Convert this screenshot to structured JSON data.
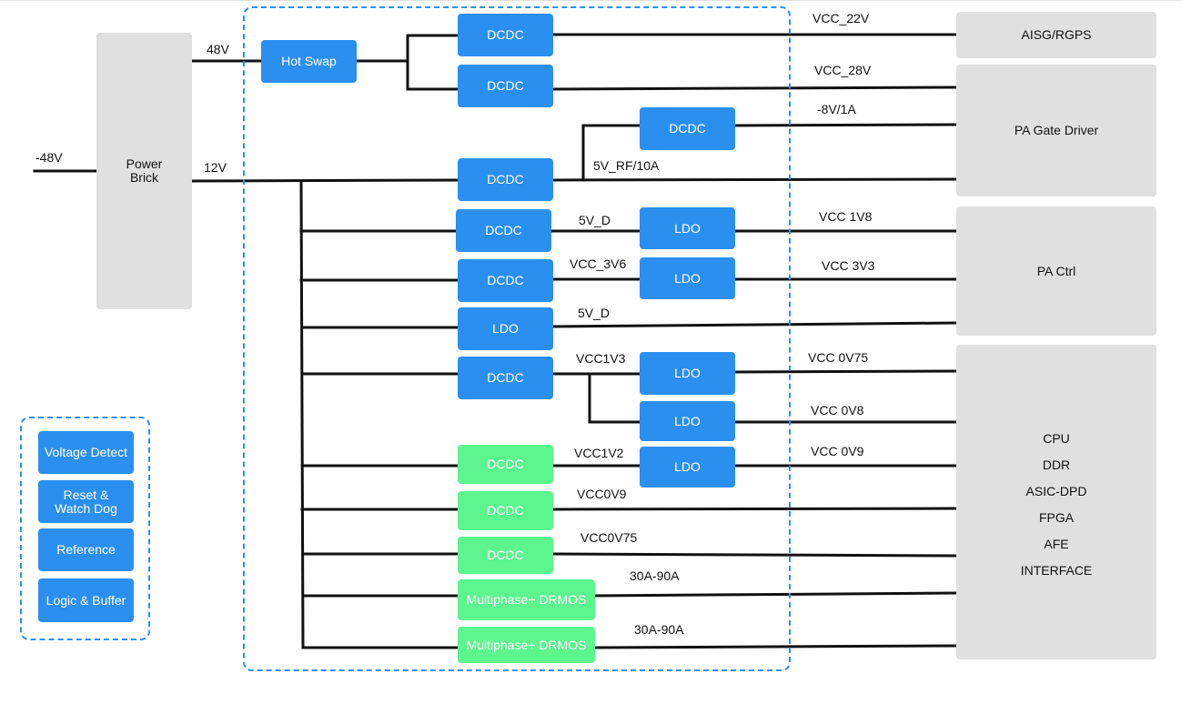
{
  "input_label": "-48V",
  "power_brick": "Power\nBrick",
  "rail_48v": "48V",
  "rail_12v": "12V",
  "hot_swap": "Hot Swap",
  "converters": [
    {
      "id": "c1",
      "label": "DCDC",
      "color": "blue"
    },
    {
      "id": "c2",
      "label": "DCDC",
      "color": "blue"
    },
    {
      "id": "c3",
      "label": "DCDC",
      "color": "blue"
    },
    {
      "id": "c4",
      "label": "DCDC",
      "color": "blue"
    },
    {
      "id": "c5",
      "label": "DCDC",
      "color": "blue"
    },
    {
      "id": "c6",
      "label": "DCDC",
      "color": "blue"
    },
    {
      "id": "c7",
      "label": "LDO",
      "color": "blue"
    },
    {
      "id": "c8",
      "label": "DCDC",
      "color": "blue"
    },
    {
      "id": "c9",
      "label": "DCDC",
      "color": "green"
    },
    {
      "id": "c10",
      "label": "DCDC",
      "color": "green"
    },
    {
      "id": "c11",
      "label": "DCDC",
      "color": "green"
    },
    {
      "id": "c12",
      "label": "Multiphase+ DRMOS",
      "color": "green"
    },
    {
      "id": "c13",
      "label": "Multiphase+ DRMOS",
      "color": "green"
    }
  ],
  "ldos": [
    "LDO",
    "LDO",
    "LDO",
    "LDO",
    "LDO"
  ],
  "wire_labels": {
    "vcc_22v": "VCC_22V",
    "vcc_28v": "VCC_28V",
    "neg8v": "-8V/1A",
    "rf": "5V_RF/10A",
    "d1": "5V_D",
    "vcc_1v8": "VCC 1V8",
    "vcc_3v6": "VCC_3V6",
    "vcc_3v3": "VCC 3V3",
    "d2": "5V_D",
    "vcc1v3": "VCC1V3",
    "vcc_0v75": "VCC 0V75",
    "vcc_0v8": "VCC 0V8",
    "vcc1v2": "VCC1V2",
    "vcc_0v9": "VCC 0V9",
    "vcc0v9": "VCC0V9",
    "vcc0v75": "VCC0V75",
    "amp1": "30A-90A",
    "amp2": "30A-90A"
  },
  "loads": {
    "aisg": "AISG/RGPS",
    "pa_gate": "PA Gate Driver",
    "pa_ctrl": "PA Ctrl",
    "soc": [
      "CPU",
      "DDR",
      "ASIC-DPD",
      "FPGA",
      "AFE",
      "INTERFACE"
    ]
  },
  "legend": [
    "Voltage Detect",
    "Reset &\nWatch Dog",
    "Reference",
    "Logic & Buffer"
  ],
  "colors": {
    "blue": "#2b8ff0",
    "green": "#5cf58e",
    "grey": "#e0e0e0",
    "wire": "#111111"
  }
}
